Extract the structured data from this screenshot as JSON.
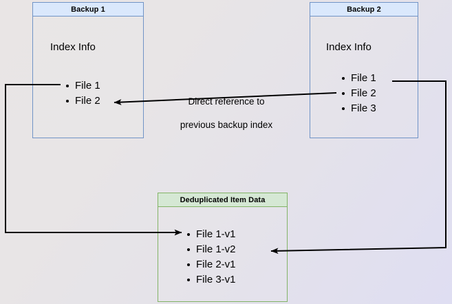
{
  "diagram": {
    "title_hidden": "",
    "background": {
      "gradient_from": "#e9e5e5",
      "gradient_to": "#dedef2"
    },
    "colors": {
      "blue_fill": "#dae8fc",
      "blue_stroke": "#7093c6",
      "green_fill": "#d5e8d4",
      "green_stroke": "#82b366",
      "connector": "#000000",
      "text": "#000000"
    },
    "boxes": [
      {
        "id": "backup-1",
        "title": "Backup 1",
        "body_label": "Index Info",
        "items": [
          "File 1",
          "File 2"
        ]
      },
      {
        "id": "backup-2",
        "title": "Backup 2",
        "body_label": "Index Info",
        "items": [
          "File 1",
          "File 2",
          "File 3"
        ]
      },
      {
        "id": "deduplicated-item-data",
        "title": "Deduplicated Item Data",
        "body_label": "",
        "items": [
          "File 1-v1",
          "File 1-v2",
          "File 2-v1",
          "File 3-v1"
        ]
      }
    ],
    "annotations": [
      {
        "id": "direct-reference-note",
        "line1": "Direct reference to",
        "line2": "previous backup index",
        "text": "Direct reference to\nprevious backup index"
      }
    ],
    "connectors": [
      {
        "id": "backup1-file1-to-dedup-file1v1",
        "from": "Backup 1 / File 1",
        "to": "Deduplicated Item Data / File 1-v1",
        "arrowhead": "end"
      },
      {
        "id": "backup2-file2-to-backup1-file2",
        "from": "Backup 2 / File 2",
        "to": "Backup 1 / File 2",
        "arrowhead": "end"
      },
      {
        "id": "backup2-file1-to-dedup-file1v2",
        "from": "Backup 2 / File 1",
        "to": "Deduplicated Item Data / File 1-v2",
        "arrowhead": "end"
      }
    ]
  }
}
